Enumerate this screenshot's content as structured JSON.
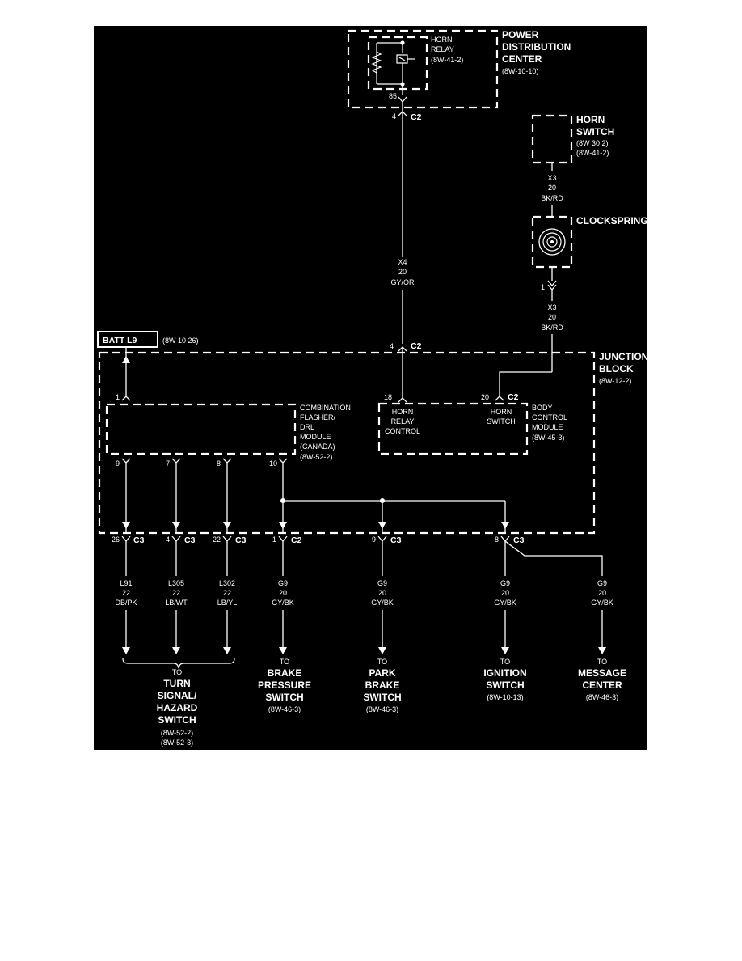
{
  "pdc": {
    "title_l1": "POWER",
    "title_l2": "DISTRIBUTION",
    "title_l3": "CENTER",
    "ref": "(8W-10-10)",
    "relay_l1": "HORN",
    "relay_l2": "RELAY",
    "relay_ref": "(8W-41-2)",
    "pin_85": "85",
    "pin_4": "4",
    "conn": "C2"
  },
  "horn_switch": {
    "title_l1": "HORN",
    "title_l2": "SWITCH",
    "ref1": "(8W 30 2)",
    "ref2": "(8W-41-2)"
  },
  "wire_x3_top": {
    "id": "X3",
    "gauge": "20",
    "color": "BK/RD"
  },
  "clockspring": {
    "title": "CLOCKSPRING",
    "pin": "1"
  },
  "wire_x3_bottom": {
    "id": "X3",
    "gauge": "20",
    "color": "BK/RD"
  },
  "wire_x4": {
    "id": "X4",
    "gauge": "20",
    "color": "GY/OR"
  },
  "batt": {
    "label": "BATT L9",
    "ref": "(8W 10 26)"
  },
  "jb": {
    "title_l1": "JUNCTION",
    "title_l2": "BLOCK",
    "ref": "(8W-12-2)",
    "top_pin": "4",
    "top_conn": "C2",
    "pin_1": "1"
  },
  "flasher": {
    "l1": "COMBINATION",
    "l2": "FLASHER/",
    "l3": "DRL",
    "l4": "MODULE",
    "l5": "(CANADA)",
    "ref": "(8W-52-2)",
    "pins": [
      "9",
      "7",
      "8",
      "10"
    ]
  },
  "bcm": {
    "pin_18": "18",
    "pin_20": "20",
    "conn": "C2",
    "horn_relay_l1": "HORN",
    "horn_relay_l2": "RELAY",
    "horn_relay_l3": "CONTROL",
    "horn_switch_l1": "HORN",
    "horn_switch_l2": "SWITCH",
    "title_l1": "BODY",
    "title_l2": "CONTROL",
    "title_l3": "MODULE",
    "ref": "(8W-45-3)"
  },
  "bottom_connectors": [
    {
      "pin": "26",
      "conn": "C3"
    },
    {
      "pin": "4",
      "conn": "C3"
    },
    {
      "pin": "22",
      "conn": "C3"
    },
    {
      "pin": "1",
      "conn": "C2"
    },
    {
      "pin": "9",
      "conn": "C3"
    },
    {
      "pin": "8",
      "conn": "C3"
    }
  ],
  "wires": [
    {
      "id": "L91",
      "gauge": "22",
      "color": "DB/PK"
    },
    {
      "id": "L305",
      "gauge": "22",
      "color": "LB/WT"
    },
    {
      "id": "L302",
      "gauge": "22",
      "color": "LB/YL"
    },
    {
      "id": "G9",
      "gauge": "20",
      "color": "GY/BK"
    },
    {
      "id": "G9",
      "gauge": "20",
      "color": "GY/BK"
    },
    {
      "id": "G9",
      "gauge": "20",
      "color": "GY/BK"
    },
    {
      "id": "G9",
      "gauge": "20",
      "color": "GY/BK"
    }
  ],
  "destinations": {
    "turn": {
      "to": "TO",
      "l1": "TURN",
      "l2": "SIGNAL/",
      "l3": "HAZARD",
      "l4": "SWITCH",
      "ref1": "(8W-52-2)",
      "ref2": "(8W-52-3)"
    },
    "brake": {
      "to": "TO",
      "l1": "BRAKE",
      "l2": "PRESSURE",
      "l3": "SWITCH",
      "ref": "(8W-46-3)"
    },
    "park": {
      "to": "TO",
      "l1": "PARK",
      "l2": "BRAKE",
      "l3": "SWITCH",
      "ref": "(8W-46-3)"
    },
    "ignition": {
      "to": "TO",
      "l1": "IGNITION",
      "l2": "SWITCH",
      "ref": "(8W-10-13)"
    },
    "message": {
      "to": "TO",
      "l1": "MESSAGE",
      "l2": "CENTER",
      "ref": "(8W-46-3)"
    }
  }
}
